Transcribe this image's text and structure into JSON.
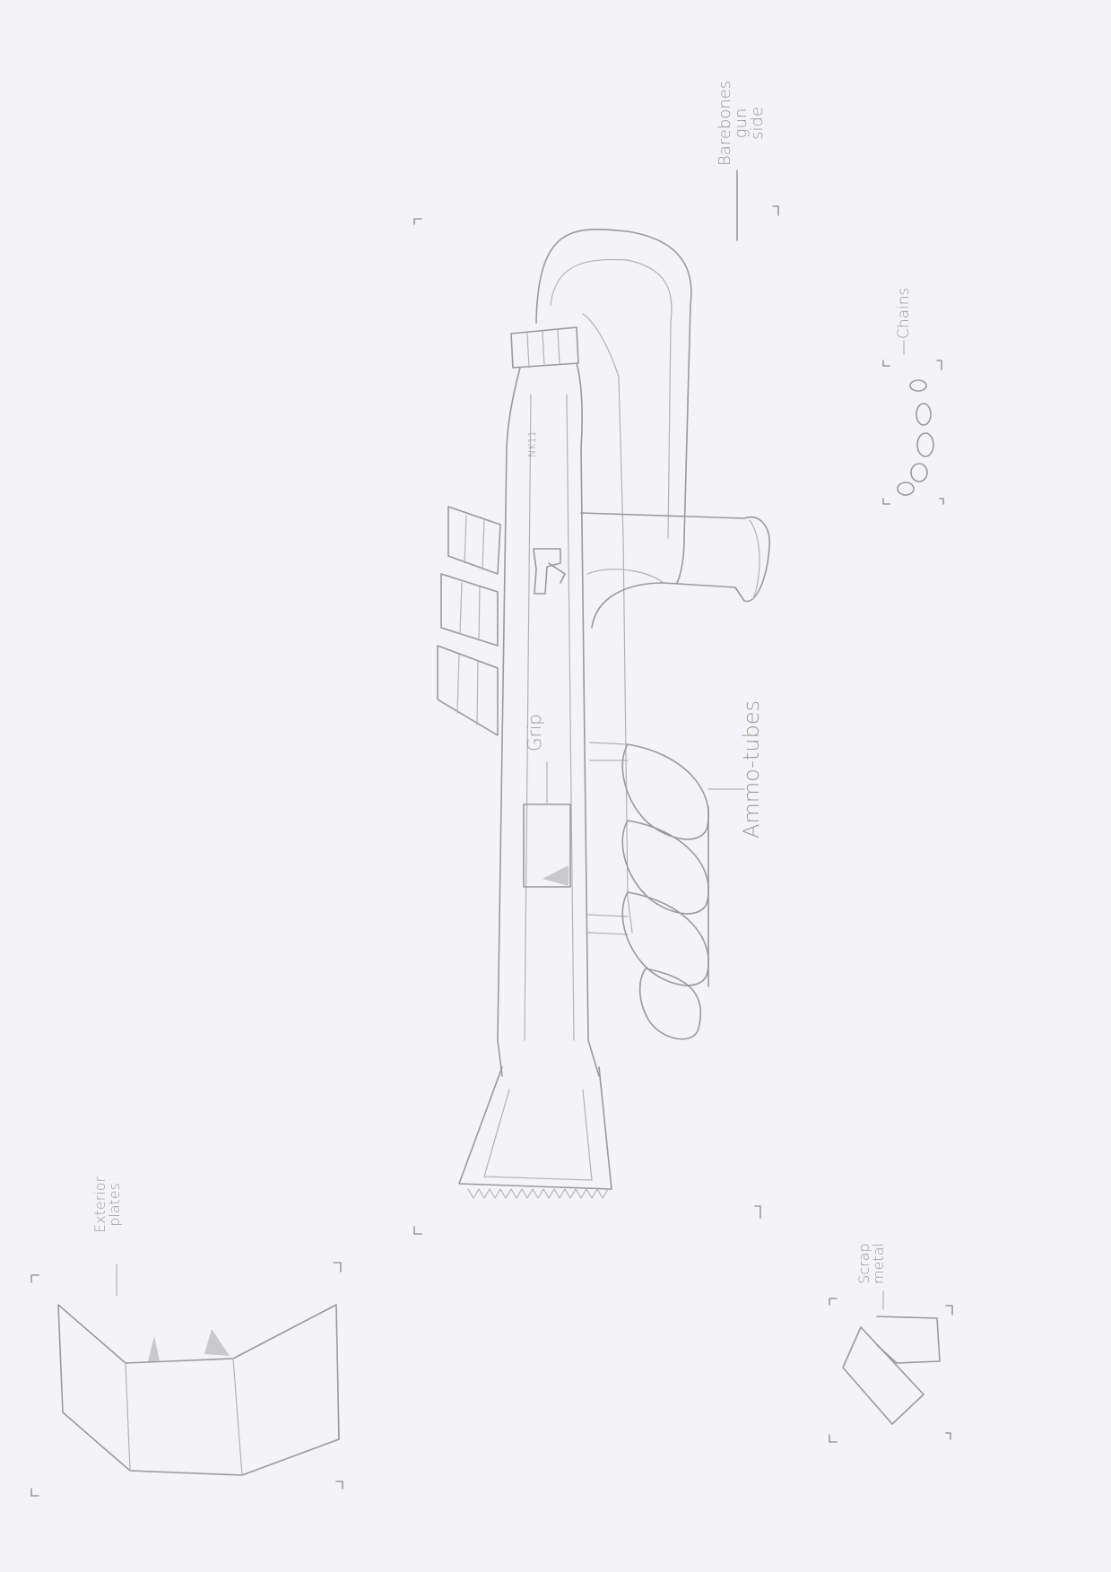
{
  "labels": {
    "title_line1": "Barebones",
    "title_line2": "gun",
    "title_line3": "side",
    "chains": "Chains",
    "grip": "Grip",
    "ammo_tubes": "Ammo-tubes",
    "exterior_plates_line1": "Exterior",
    "exterior_plates_line2": "plates",
    "scrap_metal_line1": "Scrap",
    "scrap_metal_line2": "metal",
    "barrel_marking": "NK11"
  },
  "colors": {
    "paper": "#f4f4f6",
    "pencil": "#9a9a9c"
  }
}
